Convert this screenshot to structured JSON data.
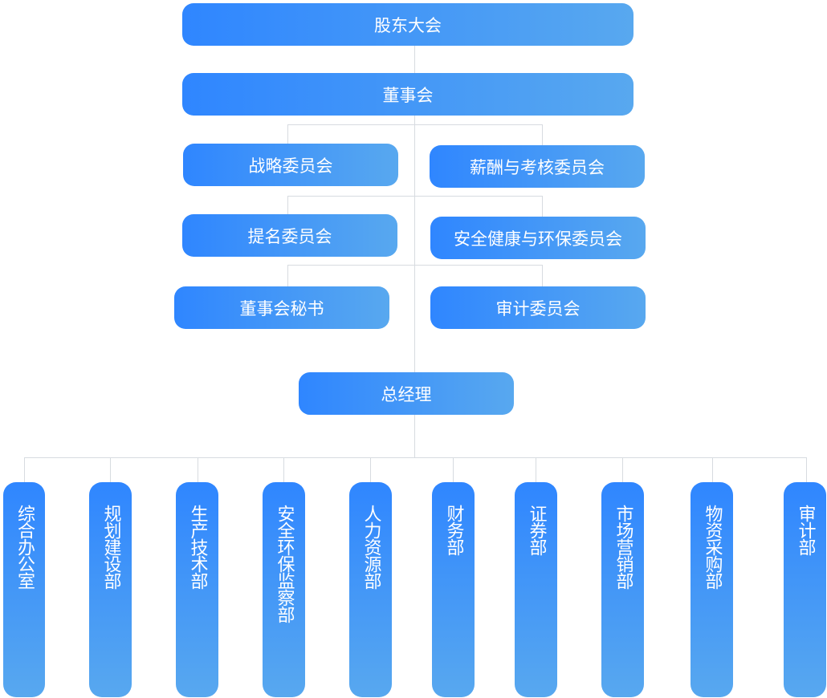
{
  "top": {
    "shareholders": "股东大会",
    "board": "董事会"
  },
  "committees": {
    "strategy": "战略委员会",
    "compensation": "薪酬与考核委员会",
    "nomination": "提名委员会",
    "hse": "安全健康与环保委员会",
    "secretary": "董事会秘书",
    "audit": "审计委员会"
  },
  "gm": "总经理",
  "departments": [
    "综合办公室",
    "规划建设部",
    "生产技术部",
    "安全环保监察部",
    "人力资源部",
    "财务部",
    "证券部",
    "市场营销部",
    "物资采购部",
    "审计部"
  ]
}
